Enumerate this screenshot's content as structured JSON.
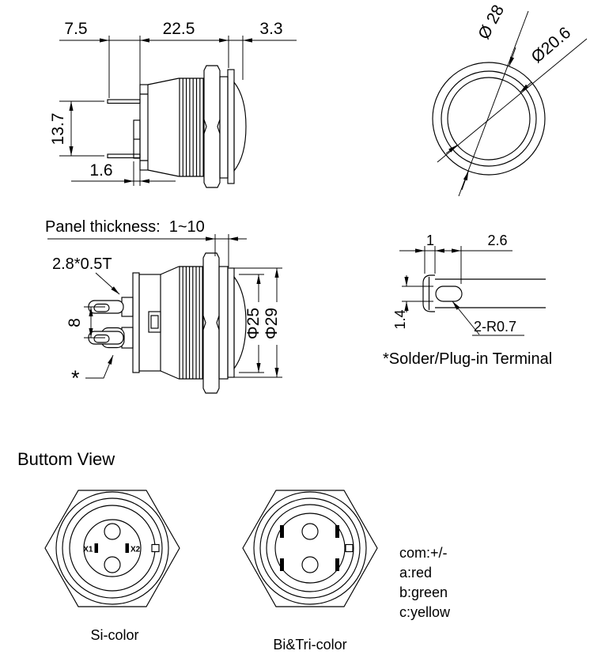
{
  "colors": {
    "green": "#27d427",
    "yellow": "#f2e519",
    "line": "#000000",
    "background": "#ffffff"
  },
  "views": {
    "side": {
      "dim_lead": "7.5",
      "dim_body": "22.5",
      "dim_lens": "3.3",
      "dim_pins": "13.7",
      "dim_step": "1.6"
    },
    "front": {
      "dim_outer": "Ø 28",
      "dim_lens": "Ø20.6"
    },
    "panel": {
      "title": "Panel thickness:  1~10",
      "dim_terminal": "2.8*0.5T",
      "dim_pitch": "8",
      "dim_lens": "Φ25",
      "dim_flange": "Φ29",
      "asterisk": "*"
    },
    "terminal": {
      "dim_tip": "1",
      "dim_slot": "2.6",
      "dim_height": "1.4",
      "dim_radius": "2-R0.7",
      "caption": "*Solder/Plug-in Terminal"
    },
    "bottom": {
      "heading": "Buttom View",
      "si_label": "Si-color",
      "pin_x1": "X1",
      "pin_x2": "X2",
      "bi_label": "Bi&Tri-color",
      "legend": [
        "com:+/-",
        "a:red",
        "b:green",
        "c:yellow"
      ]
    }
  }
}
